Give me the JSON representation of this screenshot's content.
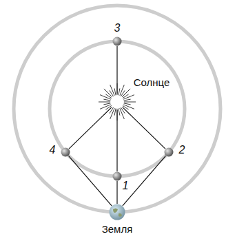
{
  "diagram": {
    "nodes": [
      {
        "text": [
          "3"
        ]
      },
      {
        "text": [
          "Солнце"
        ]
      },
      {
        "text": [
          "4"
        ]
      },
      {
        "text": [
          "2"
        ]
      },
      {
        "text": [
          "1"
        ]
      },
      {
        "text": [
          "Земля"
        ]
      }
    ],
    "edges": [
      {
        "from": 0,
        "to": 1,
        "arrow": "none"
      },
      {
        "from": 1,
        "to": 2,
        "arrow": "none"
      },
      {
        "from": 1,
        "to": 3,
        "arrow": "none"
      },
      {
        "from": 1,
        "to": 4,
        "arrow": "none"
      },
      {
        "from": 5,
        "to": 2,
        "arrow": "none"
      },
      {
        "from": 5,
        "to": 4,
        "arrow": "none"
      },
      {
        "from": 5,
        "to": 3,
        "arrow": "none"
      }
    ]
  }
}
